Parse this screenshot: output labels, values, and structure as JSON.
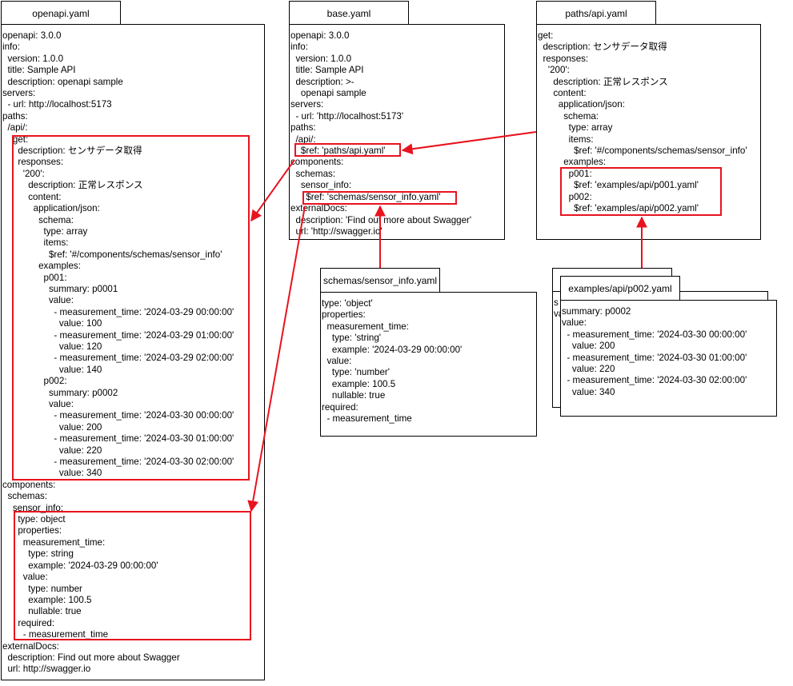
{
  "files": {
    "openapi": {
      "title": "openapi.yaml",
      "content": "openapi: 3.0.0\ninfo:\n  version: 1.0.0\n  title: Sample API\n  description: openapi sample\nservers:\n  - url: http://localhost:5173\npaths:\n  /api/:\n    get:\n      description: センサデータ取得\n      responses:\n        '200':\n          description: 正常レスポンス\n          content:\n            application/json:\n              schema:\n                type: array\n                items:\n                  $ref: '#/components/schemas/sensor_info'\n              examples:\n                p001:\n                  summary: p0001\n                  value:\n                    - measurement_time: '2024-03-29 00:00:00'\n                      value: 100\n                    - measurement_time: '2024-03-29 01:00:00'\n                      value: 120\n                    - measurement_time: '2024-03-29 02:00:00'\n                      value: 140\n                p002:\n                  summary: p0002\n                  value:\n                    - measurement_time: '2024-03-30 00:00:00'\n                      value: 200\n                    - measurement_time: '2024-03-30 01:00:00'\n                      value: 220\n                    - measurement_time: '2024-03-30 02:00:00'\n                      value: 340\ncomponents:\n  schemas:\n    sensor_info:\n      type: object\n      properties:\n        measurement_time:\n          type: string\n          example: '2024-03-29 00:00:00'\n        value:\n          type: number\n          example: 100.5\n          nullable: true\n      required:\n        - measurement_time\nexternalDocs:\n  description: Find out more about Swagger\n  url: http://swagger.io"
    },
    "base": {
      "title": "base.yaml",
      "content": "openapi: 3.0.0\ninfo:\n  version: 1.0.0\n  title: Sample API\n  description: >-\n    openapi sample\nservers:\n  - url: 'http://localhost:5173'\npaths:\n  /api/:\n    $ref: 'paths/api.yaml'\ncomponents:\n  schemas:\n    sensor_info:\n      $ref: 'schemas/sensor_info.yaml'\nexternalDocs:\n  description: 'Find out more about Swagger'\n  url: 'http://swagger.io'"
    },
    "paths_api": {
      "title": "paths/api.yaml",
      "content": "get:\n  description: センサデータ取得\n  responses:\n    '200':\n      description: 正常レスポンス\n      content:\n        application/json:\n          schema:\n            type: array\n            items:\n              $ref: '#/components/schemas/sensor_info'\n          examples:\n            p001:\n              $ref: 'examples/api/p001.yaml'\n            p002:\n              $ref: 'examples/api/p002.yaml'"
    },
    "schema_sensor_info": {
      "title": "schemas/sensor_info.yaml",
      "content": "type: 'object'\nproperties:\n  measurement_time:\n    type: 'string'\n    example: '2024-03-29 00:00:00'\n  value:\n    type: 'number'\n    example: 100.5\n    nullable: true\nrequired:\n  - measurement_time"
    },
    "example_p002": {
      "title": "examples/api/p002.yaml",
      "content": "summary: p0002\nvalue:\n  - measurement_time: '2024-03-30 00:00:00'\n    value: 200\n  - measurement_time: '2024-03-30 01:00:00'\n    value: 220\n  - measurement_time: '2024-03-30 02:00:00'\n    value: 340"
    },
    "back_card_fragments": {
      "line1": "s",
      "line2": "va"
    }
  },
  "colors": {
    "highlight": "#e8131f",
    "border": "#000000",
    "background": "#ffffff"
  }
}
